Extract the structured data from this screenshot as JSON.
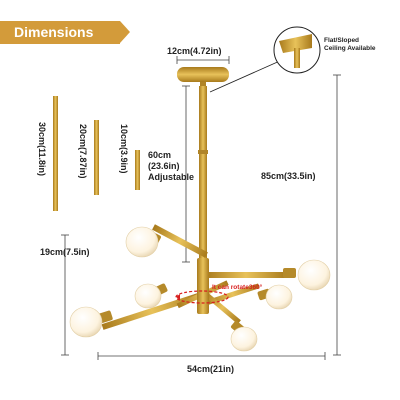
{
  "banner": {
    "title": "Dimensions"
  },
  "dimensions": {
    "canopy_width": "12cm(4.72in)",
    "rod_length_cm": "60cm",
    "rod_length_in": "(23.6in)",
    "rod_adjustable": "Adjustable",
    "total_height": "85cm(33.5in)",
    "lamp_height": "19cm(7.5in)",
    "total_width": "54cm(21in)",
    "rod_30": "30cm(11.8in)",
    "rod_20": "20cm(7.87in)",
    "rod_10": "10cm(3.9in)"
  },
  "ceiling": {
    "line1": "Flat/Sloped",
    "line2": "Ceiling Available"
  },
  "rotation": {
    "label": "It can rotate360°"
  },
  "colors": {
    "gold": "#c99a2e",
    "banner": "#d39b3a",
    "accent": "#d81e1e"
  }
}
